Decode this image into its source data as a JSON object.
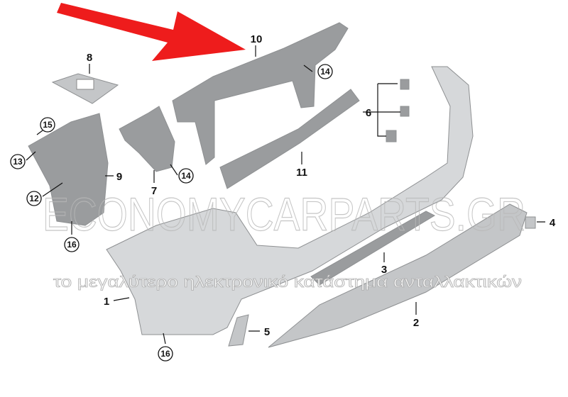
{
  "diagram": {
    "arrow_color": "#ee1c1c",
    "part_color": "#c4c6c8",
    "labels": {
      "p10": "10",
      "p8": "8",
      "p14a": "14",
      "p15": "15",
      "p13": "13",
      "p12": "12",
      "p9": "9",
      "p7": "7",
      "p14b": "14",
      "p6": "6",
      "p11": "11",
      "p16a": "16",
      "p1": "1",
      "p16b": "16",
      "p5": "5",
      "p3": "3",
      "p2": "2",
      "p4": "4"
    }
  },
  "watermark": {
    "brand": "ECONOMYCARPARTS.GR",
    "tagline": "το μεγαλύτερο ηλεκτρονικό κατάστημα ανταλλακτικών"
  }
}
